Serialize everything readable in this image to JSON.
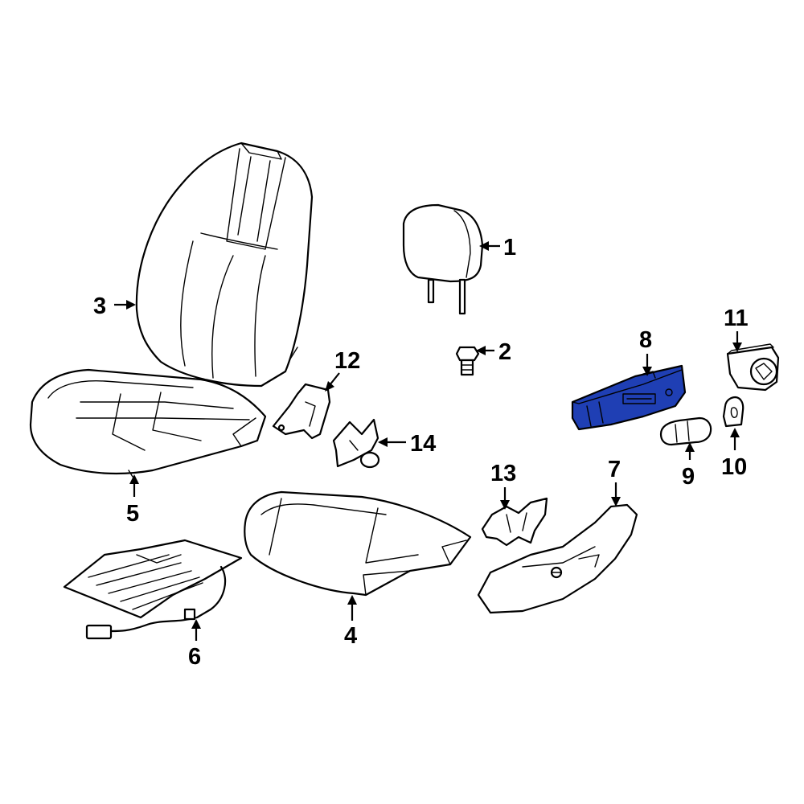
{
  "highlight_color": "#1f3fb4",
  "callouts": [
    {
      "id": "1",
      "label": "1"
    },
    {
      "id": "2",
      "label": "2"
    },
    {
      "id": "3",
      "label": "3"
    },
    {
      "id": "4",
      "label": "4"
    },
    {
      "id": "5",
      "label": "5"
    },
    {
      "id": "6",
      "label": "6"
    },
    {
      "id": "7",
      "label": "7"
    },
    {
      "id": "8",
      "label": "8"
    },
    {
      "id": "9",
      "label": "9"
    },
    {
      "id": "10",
      "label": "10"
    },
    {
      "id": "11",
      "label": "11"
    },
    {
      "id": "12",
      "label": "12"
    },
    {
      "id": "13",
      "label": "13"
    },
    {
      "id": "14",
      "label": "14"
    }
  ],
  "highlighted_part": "8"
}
